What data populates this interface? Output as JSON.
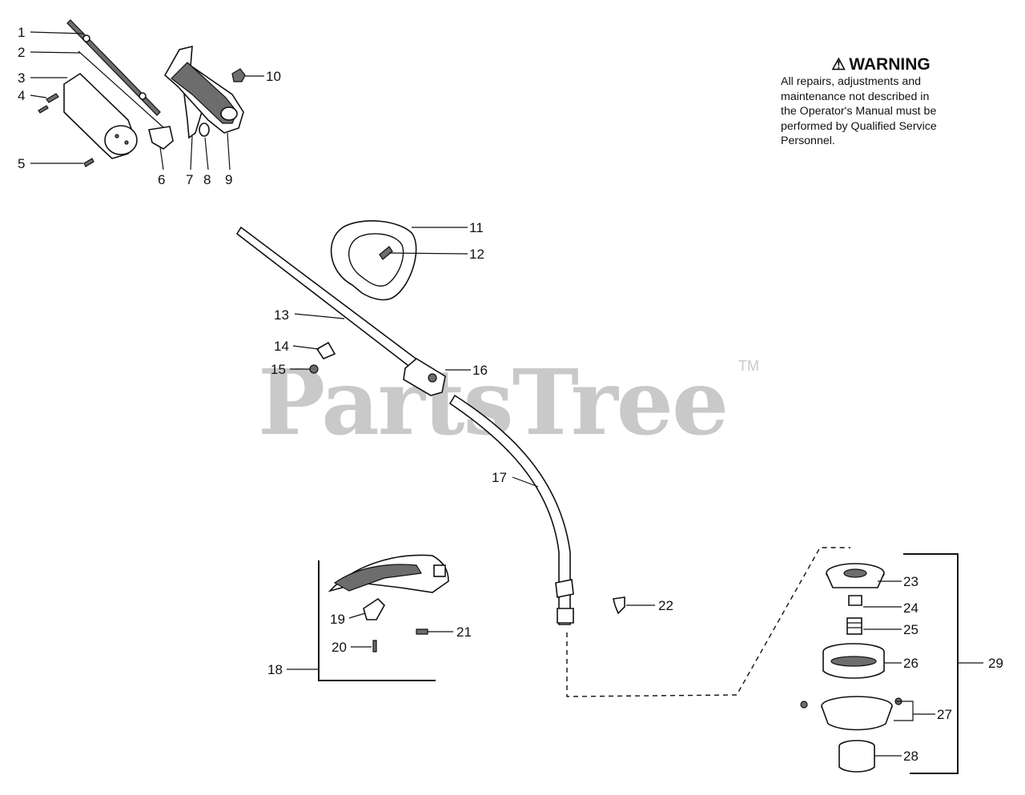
{
  "warning": {
    "title": "WARNING",
    "body": "All repairs, adjustments and\nmaintenance not described in\nthe Operator's Manual must be\nperformed by Qualified Service\nPersonnel."
  },
  "watermark": {
    "text": "PartsTree",
    "tm": "TM"
  },
  "callouts": [
    "1",
    "2",
    "3",
    "4",
    "5",
    "6",
    "7",
    "8",
    "9",
    "10",
    "11",
    "12",
    "13",
    "14",
    "15",
    "16",
    "17",
    "18",
    "19",
    "20",
    "21",
    "22",
    "23",
    "24",
    "25",
    "26",
    "27",
    "28",
    "29"
  ]
}
